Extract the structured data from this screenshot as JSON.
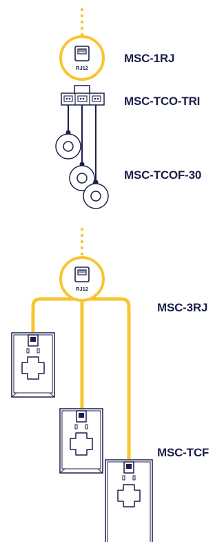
{
  "labels": {
    "msc_1rj": "MSC-1RJ",
    "msc_tco_tri": "MSC-TCO-TRI",
    "msc_tcof_30": "MSC-TCOF-30",
    "msc_3rj": "MSC-3RJ",
    "msc_tcf": "MSC-TCF"
  },
  "jack_text": "RJ12",
  "colors": {
    "accent": "#f7c531",
    "ink": "#1b1f4a"
  },
  "icons": [
    "rj12-jack-icon",
    "terminal-block-icon",
    "current-transformer-ring-icon",
    "split-core-ct-icon"
  ]
}
